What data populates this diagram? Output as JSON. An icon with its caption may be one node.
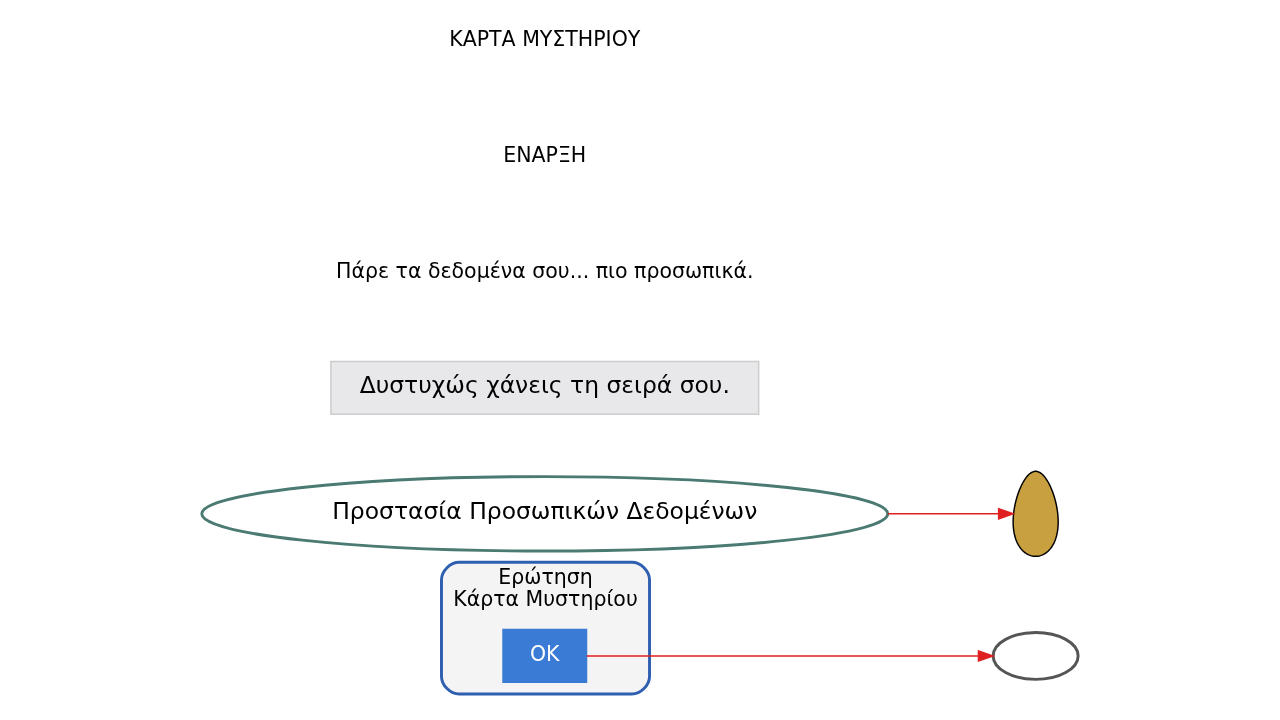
{
  "diagram": {
    "nodes": [
      {
        "text": [
          "Ερώτηση",
          "Κάρτα Μυστηρίου"
        ]
      },
      {
        "text": [
          "OK"
        ],
        "in": 0
      },
      {
        "text": [],
        "shape": "ellipse"
      },
      {
        "text": [
          "Προστασία Προσωπικών Δεδομένων"
        ]
      },
      {
        "text": [
          "Δυστυχώς χάνεις τη σειρά σου."
        ]
      },
      {
        "text": [],
        "shape": "person"
      }
    ],
    "edges": [
      {
        "from": 1,
        "to": 2,
        "arrow": "to"
      },
      {
        "from": 3,
        "to": 5,
        "arrow": "to"
      }
    ],
    "labels": [
      "Πάρε τα δεδομένα σου... πιο προσωπικά.",
      "ΕΝΑΡΞΗ",
      "ΚΑΡΤΑ ΜΥΣΤΗΡΙΟΥ"
    ]
  }
}
